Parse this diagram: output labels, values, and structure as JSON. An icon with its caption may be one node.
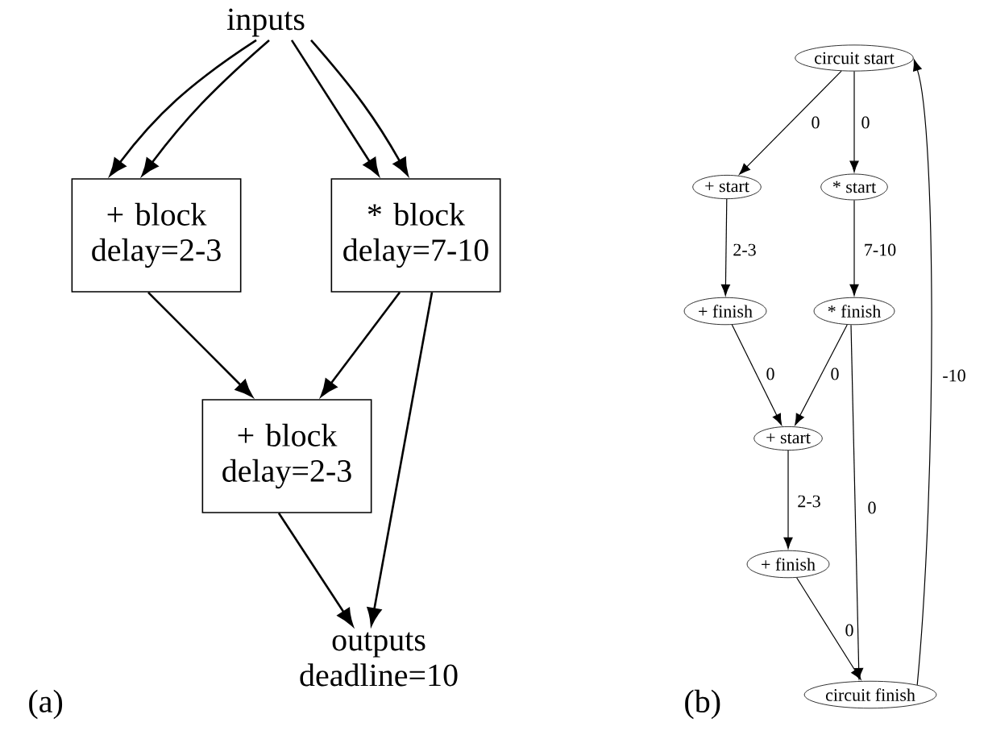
{
  "diagram": {
    "nodes": [
      {
        "text": [
          "inputs"
        ]
      },
      {
        "text": [
          "+ block delay=2-3"
        ]
      },
      {
        "text": [
          "* block delay=7-10"
        ]
      },
      {
        "text": [
          "+ block delay=2-3"
        ]
      },
      {
        "text": [
          "outputs deadline=10"
        ]
      },
      {
        "text": [
          "circuit start"
        ]
      },
      {
        "text": [
          "+ start"
        ]
      },
      {
        "text": [
          "* start"
        ]
      },
      {
        "text": [
          "+ finish"
        ]
      },
      {
        "text": [
          "* finish"
        ]
      },
      {
        "text": [
          "+ start"
        ]
      },
      {
        "text": [
          "+ finish"
        ]
      },
      {
        "text": [
          "circuit finish"
        ]
      }
    ],
    "edges": [
      {
        "from": 0,
        "to": 1,
        "arrow": "to"
      },
      {
        "from": 0,
        "to": 1,
        "arrow": "to"
      },
      {
        "from": 0,
        "to": 2,
        "arrow": "to"
      },
      {
        "from": 0,
        "to": 2,
        "arrow": "to"
      },
      {
        "from": 1,
        "to": 3,
        "arrow": "to"
      },
      {
        "from": 2,
        "to": 3,
        "arrow": "to"
      },
      {
        "from": 3,
        "to": 4,
        "arrow": "to"
      },
      {
        "from": 2,
        "to": 4,
        "arrow": "to"
      },
      {
        "from": 5,
        "to": 6,
        "arrow": "to",
        "label": "0"
      },
      {
        "from": 5,
        "to": 7,
        "arrow": "to",
        "label": "0"
      },
      {
        "from": 6,
        "to": 8,
        "arrow": "to",
        "label": "2-3"
      },
      {
        "from": 7,
        "to": 9,
        "arrow": "to",
        "label": "7-10"
      },
      {
        "from": 8,
        "to": 10,
        "arrow": "to",
        "label": "0"
      },
      {
        "from": 9,
        "to": 10,
        "arrow": "to",
        "label": "0"
      },
      {
        "from": 9,
        "to": 12,
        "arrow": "to",
        "label": "0"
      },
      {
        "from": 10,
        "to": 11,
        "arrow": "to",
        "label": "2-3"
      },
      {
        "from": 11,
        "to": 12,
        "arrow": "to",
        "label": "0"
      },
      {
        "from": 12,
        "to": 5,
        "arrow": "to",
        "label": "-10"
      }
    ],
    "labels": [
      "(a)",
      "(b)"
    ]
  }
}
